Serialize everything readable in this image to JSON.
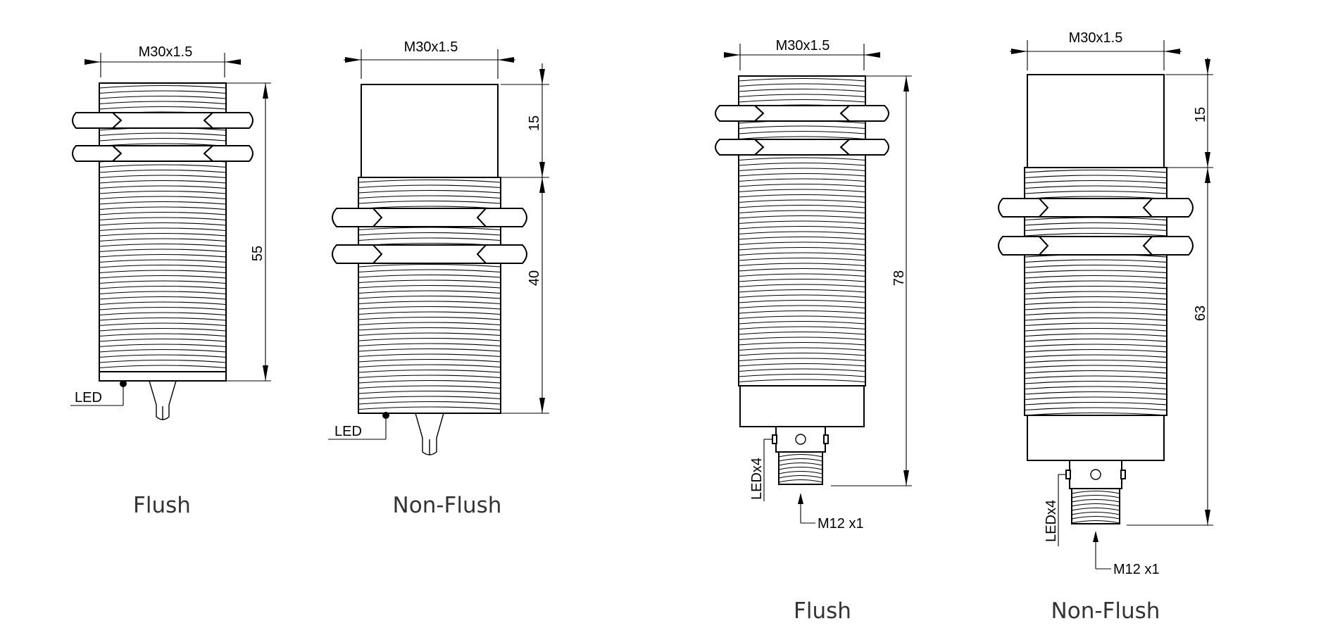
{
  "sensors": [
    {
      "caption": "Flush",
      "width_label": "M30x1.5",
      "length_label": "55",
      "led_label": "LED"
    },
    {
      "caption": "Non-Flush",
      "width_label": "M30x1.5",
      "head_label": "15",
      "length_label": "40",
      "led_label": "LED"
    },
    {
      "caption": "Flush",
      "width_label": "M30x1.5",
      "length_label": "78",
      "led_label": "LEDx4",
      "connector_label": "M12 x1"
    },
    {
      "caption": "Non-Flush",
      "width_label": "M30x1.5",
      "head_label": "15",
      "length_label": "63",
      "led_label": "LEDx4",
      "connector_label": "M12 x1"
    }
  ]
}
